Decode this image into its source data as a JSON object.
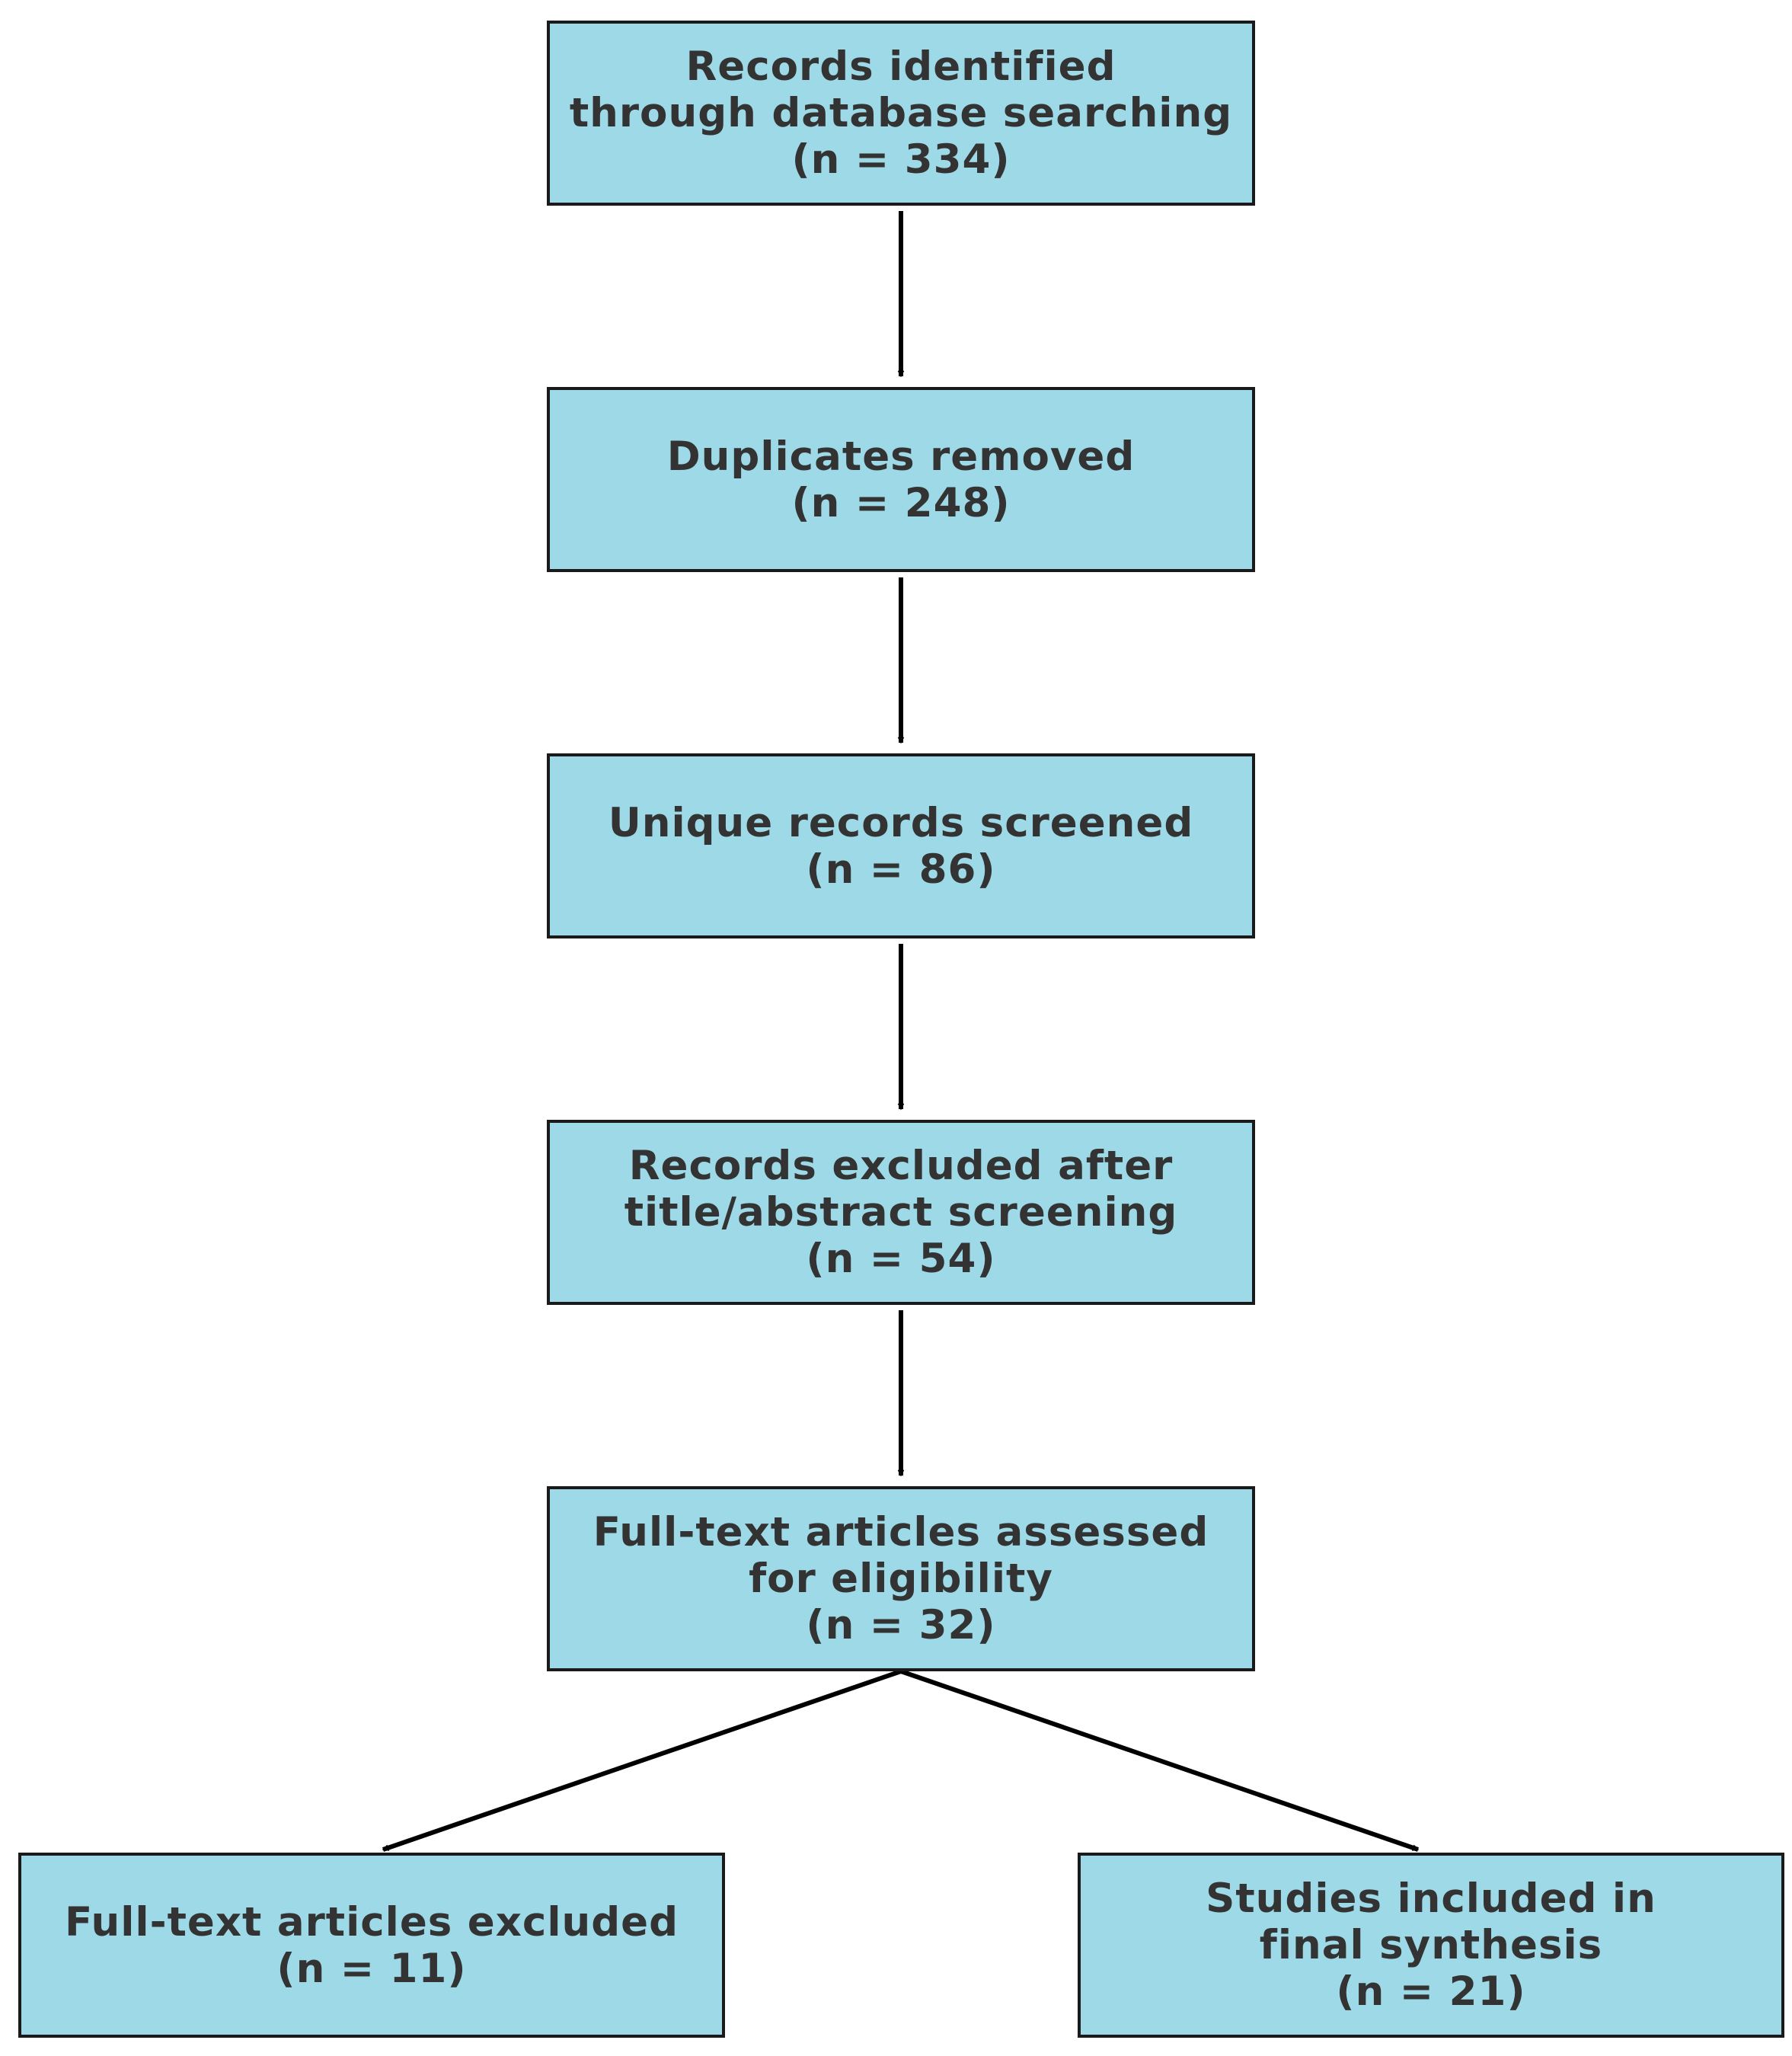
{
  "nodes": {
    "n1": {
      "line1": "Records identified",
      "line2": "through database searching",
      "count": "(n = 334)"
    },
    "n2": {
      "line1": "Duplicates removed",
      "count": "(n = 248)"
    },
    "n3": {
      "line1": "Unique records screened",
      "count": "(n = 86)"
    },
    "n4": {
      "line1": "Records excluded after",
      "line2": "title/abstract screening",
      "count": "(n = 54)"
    },
    "n5": {
      "line1": "Full-text articles assessed",
      "line2": "for eligibility",
      "count": "(n = 32)"
    },
    "n6": {
      "line1": "Full-text articles excluded",
      "count": "(n = 11)"
    },
    "n7": {
      "line1": "Studies included in",
      "line2": "final synthesis",
      "count": "(n = 21)"
    }
  },
  "colors": {
    "box_fill": "#9dd9e6",
    "box_border": "#1a1a1a",
    "text": "#333333",
    "arrow": "#000000"
  }
}
